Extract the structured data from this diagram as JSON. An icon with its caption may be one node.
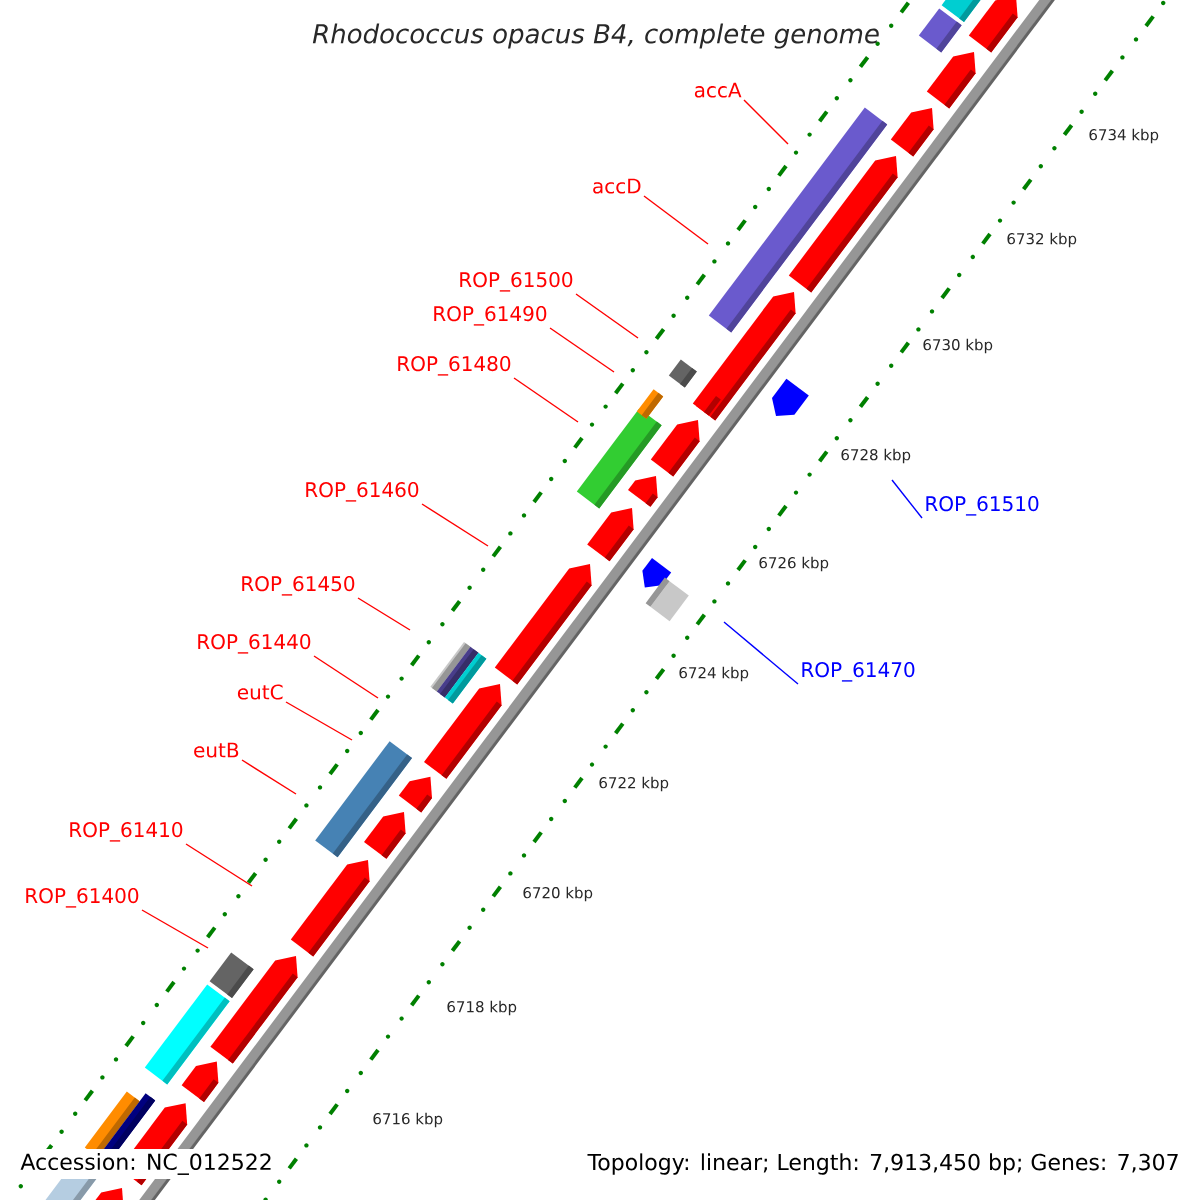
{
  "diagram": {
    "title": "Rhodococcus opacus B4, complete genome",
    "nodes": [
      {
        "text": [
          "accA"
        ]
      },
      {
        "text": [
          "accD"
        ]
      },
      {
        "text": [
          "ROP_61500"
        ]
      },
      {
        "text": [
          "ROP_61490"
        ]
      },
      {
        "text": [
          "ROP_61480"
        ]
      },
      {
        "text": [
          "ROP_61460"
        ]
      },
      {
        "text": [
          "ROP_61510"
        ]
      },
      {
        "text": [
          "ROP_61450"
        ]
      },
      {
        "text": [
          "ROP_61440"
        ]
      },
      {
        "text": [
          "ROP_61470"
        ]
      },
      {
        "text": [
          "eutC"
        ]
      },
      {
        "text": [
          "eutB"
        ]
      },
      {
        "text": [
          "ROP_61410"
        ]
      },
      {
        "text": [
          "ROP_61400"
        ]
      }
    ],
    "edges": [
      {
        "from": 0,
        "to": null,
        "arrow": "none"
      },
      {
        "from": 1,
        "to": null,
        "arrow": "none"
      },
      {
        "from": 2,
        "to": null,
        "arrow": "none"
      },
      {
        "from": 3,
        "to": null,
        "arrow": "none"
      },
      {
        "from": 4,
        "to": null,
        "arrow": "none"
      },
      {
        "from": 5,
        "to": null,
        "arrow": "none"
      },
      {
        "from": 6,
        "to": null,
        "arrow": "none",
        "color": "#0000ff"
      },
      {
        "from": 7,
        "to": null,
        "arrow": "none"
      },
      {
        "from": 8,
        "to": null,
        "arrow": "none"
      },
      {
        "from": 9,
        "to": null,
        "arrow": "none",
        "color": "#0000ff"
      },
      {
        "from": 10,
        "to": null,
        "arrow": "none"
      },
      {
        "from": 11,
        "to": null,
        "arrow": "none"
      },
      {
        "from": 12,
        "to": null,
        "arrow": "none"
      },
      {
        "from": 13,
        "to": null,
        "arrow": "none"
      }
    ],
    "labels": [
      "6734 kbp",
      "6732 kbp",
      "6730 kbp",
      "6728 kbp",
      "6726 kbp",
      "6724 kbp",
      "6722 kbp",
      "6720 kbp",
      "6718 kbp",
      "6716 kbp",
      "Accession: NC_012522",
      "Topology: linear; Length: 7,913,450 bp; Genes: 7,307"
    ]
  }
}
